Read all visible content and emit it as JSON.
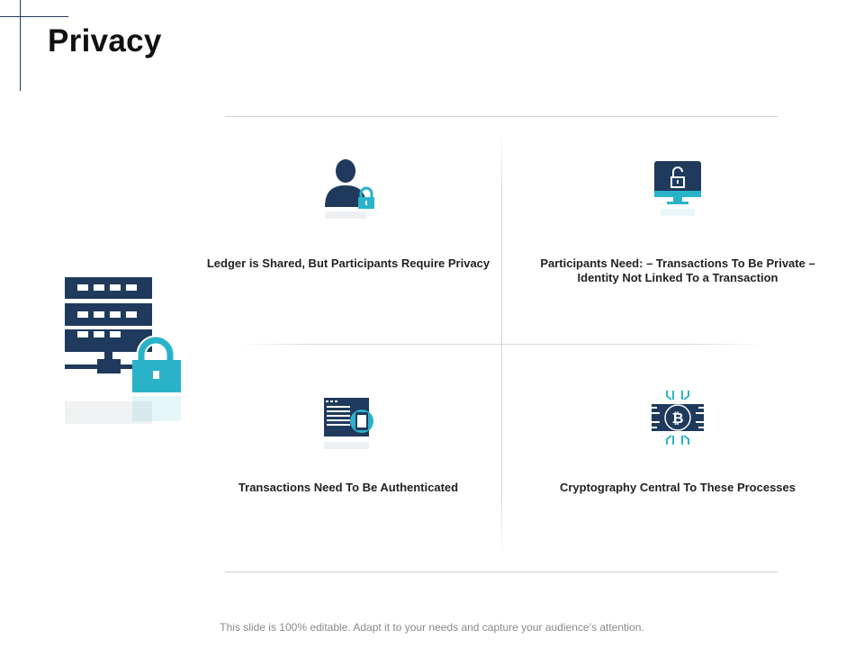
{
  "title": "Privacy",
  "colors": {
    "navy": "#1f3a5c",
    "teal": "#2ab3c8"
  },
  "cells": [
    {
      "icon": "user-lock-icon",
      "text": "Ledger is Shared, But Participants Require Privacy"
    },
    {
      "icon": "monitor-unlock-icon",
      "text": "Participants Need: – Transactions To Be Private – Identity Not Linked To a Transaction"
    },
    {
      "icon": "server-phone-icon",
      "text": "Transactions Need To Be Authenticated"
    },
    {
      "icon": "bitcoin-circuit-icon",
      "text": "Cryptography Central To These Processes"
    }
  ],
  "hero_icon": "server-lock-icon",
  "footer": "This slide is 100% editable. Adapt it to your needs and capture your audience’s attention."
}
